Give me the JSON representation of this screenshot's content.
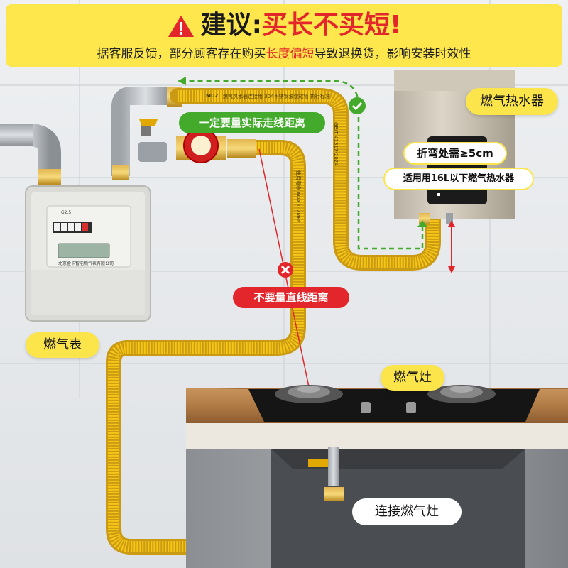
{
  "banner": {
    "lead": "建议:",
    "highlight": "买长不买短!",
    "sub_before": "据客服反馈，部分顾客存在购买",
    "sub_highlight": "长度偏短",
    "sub_after": "导致退换货，影响安装时效性"
  },
  "labels": {
    "water_heater": "燃气热水器",
    "bend_note": "折弯处需≥5cm",
    "heater_capacity": "适用用16L以下燃气热水器",
    "measure_actual": "一定要量实际走线距离",
    "no_straight": "不要量直线距离",
    "gas_meter": "燃气表",
    "gas_stove": "燃气灶",
    "connect_stove": "连接燃气灶"
  },
  "meter": {
    "model": "G2.5",
    "brand_line": "北京金卡智能燃气表有限公司"
  },
  "hose_print": {
    "brand": "MUZ",
    "line1": "燃气热水器连接用 304不锈钢波纹软管 执行标准",
    "line2": "GB/T 41317-2024",
    "line3": "使用寿命 MAX 0.2MPa"
  },
  "colors": {
    "banner_yellow": "#fde74c",
    "accent_red": "#e3262b",
    "ok_green": "#44aa2c",
    "hose_yellow": "#f5c518"
  },
  "icons": {
    "warning": "warning-triangle-icon",
    "check": "check-circle-icon",
    "cross": "cross-circle-icon"
  }
}
